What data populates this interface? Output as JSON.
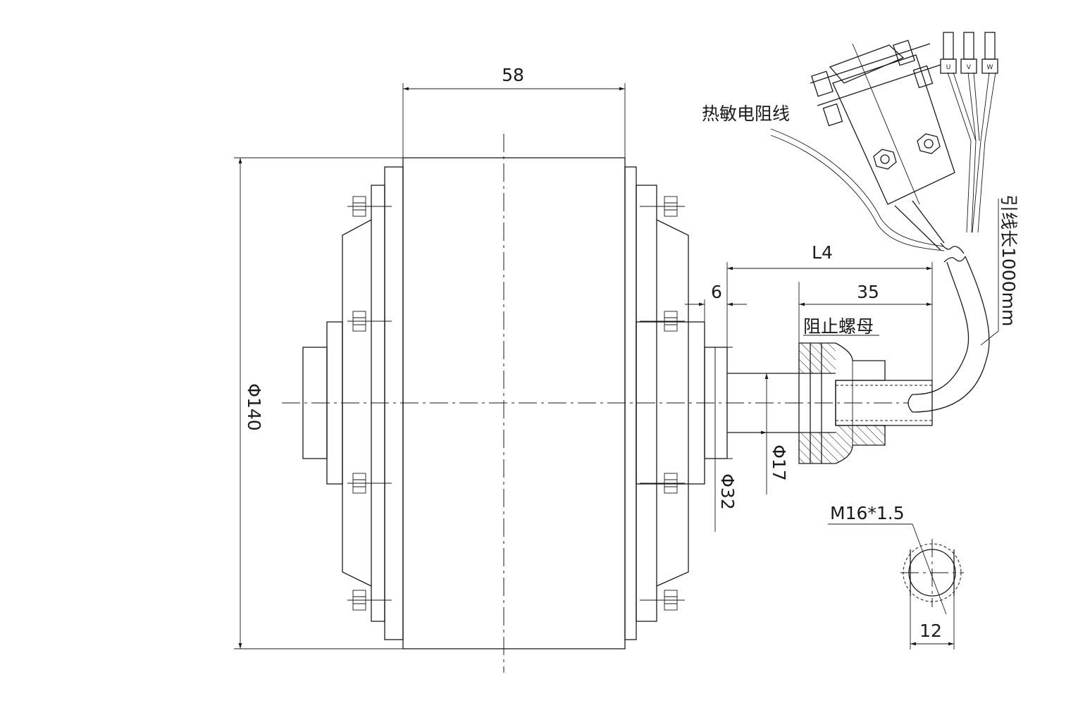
{
  "dimensions": {
    "width_58": "58",
    "diameter_140": "Φ140",
    "shaft_length": "L4",
    "flange_6": "6",
    "thread_length_35": "35",
    "diameter_32": "Φ32",
    "diameter_17": "Φ17",
    "thread_spec": "M16*1.5",
    "flat_width_12": "12"
  },
  "labels": {
    "thermistor_wire": "热敏电阻线",
    "lock_nut": "阻止螺母",
    "lead_length": "引线长1000mm"
  },
  "terminals": [
    "U",
    "V",
    "W"
  ]
}
